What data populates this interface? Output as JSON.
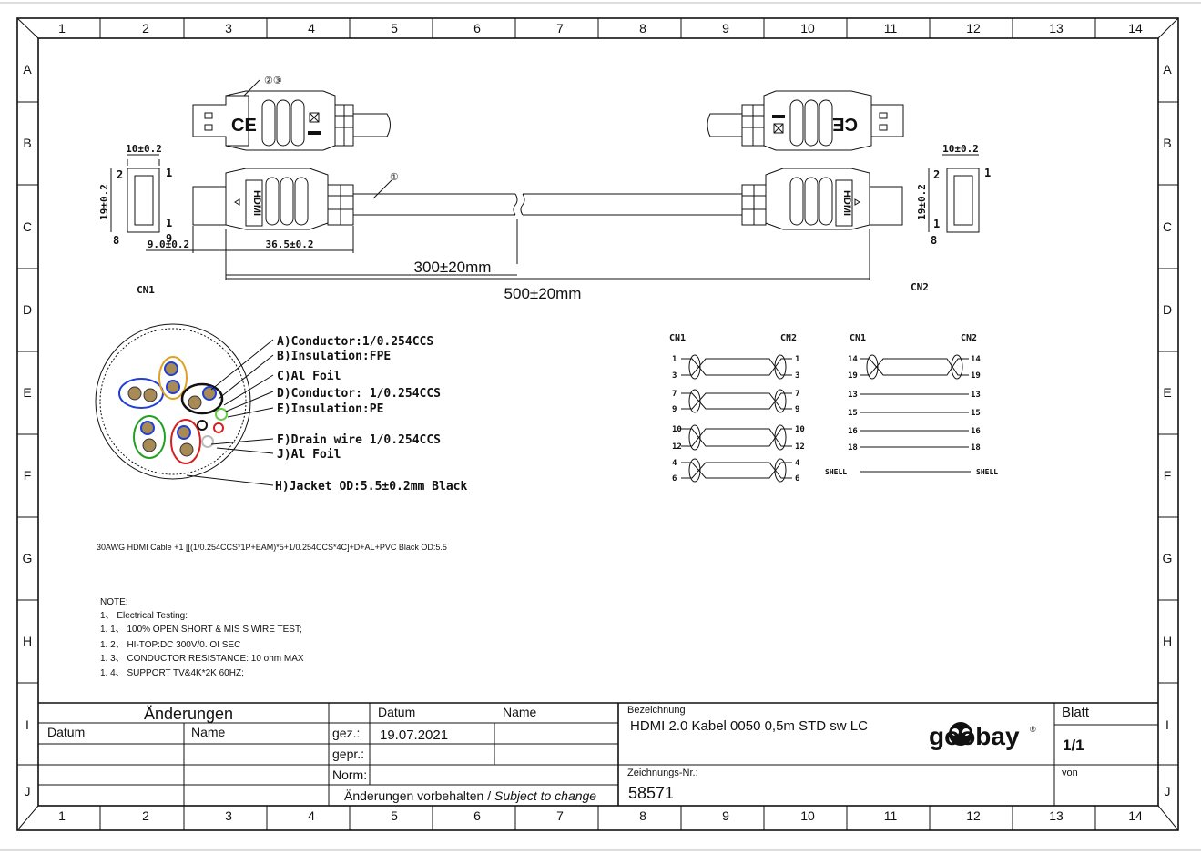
{
  "grid": {
    "columns": [
      "1",
      "2",
      "3",
      "4",
      "5",
      "6",
      "7",
      "8",
      "9",
      "10",
      "11",
      "12",
      "13",
      "14"
    ],
    "rows": [
      "A",
      "B",
      "C",
      "D",
      "E",
      "F",
      "G",
      "H",
      "I",
      "J"
    ]
  },
  "drawing": {
    "callout_1": "①",
    "callout_23": "②③",
    "ce_mark": "CE",
    "hdmi_mark": "HDMI",
    "connector_left_label": "CN1",
    "connector_right_label": "CN2",
    "dim_width": "10±0.2",
    "dim_height": "19±0.2",
    "dim_offset": "9.0±0.2",
    "dim_body": "36.5±0.2",
    "dim_300": "300±20mm",
    "dim_500": "500±20mm",
    "pin_2": "2",
    "pin_1": "1",
    "pin_9": "9",
    "pin_8": "8"
  },
  "cross_section": {
    "labels": [
      "A)Conductor:1/0.254CCS",
      "B)Insulation:FPE",
      "C)Al Foil",
      "D)Conductor: 1/0.254CCS",
      "E)Insulation:PE",
      "F)Drain wire 1/0.254CCS",
      "J)Al Foil",
      "H)Jacket OD:5.5±0.2mm Black"
    ],
    "pair_colors": [
      "#1f3fd6",
      "#e0a020",
      "#111111",
      "#22a022",
      "#d42020",
      "#66cc44"
    ]
  },
  "wiring": {
    "cn1": "CN1",
    "cn2": "CN2",
    "twisted_pairs": [
      [
        "1",
        "3"
      ],
      [
        "7",
        "9"
      ],
      [
        "10",
        "12"
      ],
      [
        "4",
        "6"
      ]
    ],
    "right_twisted": [
      "14",
      "19"
    ],
    "straight_pins": [
      "13",
      "15",
      "16",
      "18"
    ],
    "shell": "SHELL"
  },
  "spec": "30AWG HDMI Cable +1 [[(1/0.254CCS*1P+EAM)*5+1/0.254CCS*4C]+D+AL+PVC Black OD:5.5",
  "notes": {
    "title": "NOTE:",
    "lines": [
      "1、 Electrical       Testing:",
      "1. 1、 100%  OPEN  SHORT  &  MIS S  WIRE  TEST;",
      "1. 2、 HI-TOP:DC     300V/0.   OI SEC",
      "1. 3、 CONDUCTOR RESISTANCE:     10  ohm  MAX",
      "1. 4、 SUPPORT    TV&4K*2K   60HZ;"
    ]
  },
  "title_block": {
    "changes_header": "Änderungen",
    "col_datum": "Datum",
    "col_name": "Name",
    "datum_header": "Datum",
    "name_header": "Name",
    "gez_label": "gez.:",
    "gez_date": "19.07.2021",
    "gepr_label": "gepr.:",
    "norm_label": "Norm:",
    "subject_to_change_de": "Änderungen vorbehalten / ",
    "subject_to_change_en": "Subject to change",
    "bezeichnung_label": "Bezeichnung",
    "bezeichnung_value": "HDMI 2.0 Kabel 0050 0,5m STD sw LC",
    "zeichnungsnr_label": "Zeichnungs-Nr.:",
    "zeichnungsnr_value": "58571",
    "blatt_label": "Blatt",
    "blatt_value": "1/1",
    "von_label": "von",
    "logo_text": "goobay",
    "logo_reg": "®"
  }
}
